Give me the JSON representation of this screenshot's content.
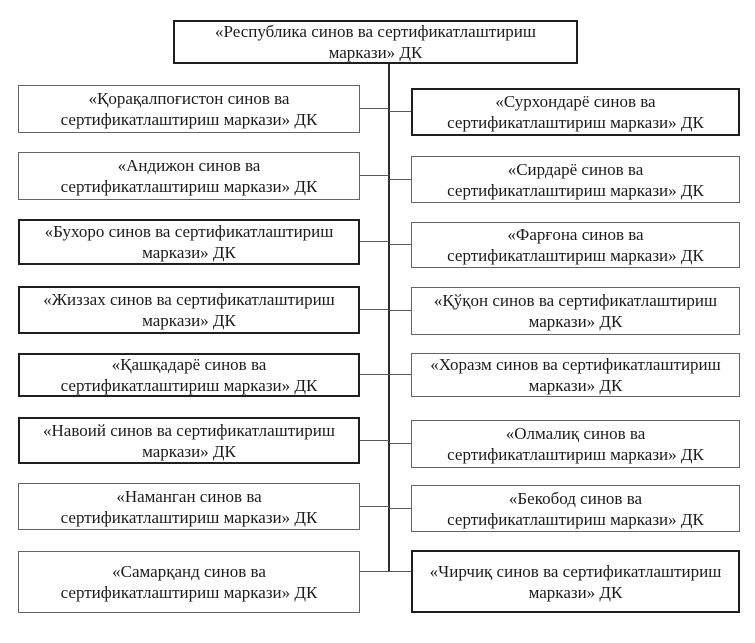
{
  "org_chart": {
    "root": {
      "lines": [
        "«Республика синов ва сертификатлаштириш",
        "маркази» ДК"
      ],
      "border": "thick"
    },
    "left_column": [
      {
        "lines": [
          "«Қорақалпоғистон синов ва",
          "сертификатлаштириш маркази» ДК"
        ],
        "border": "thin"
      },
      {
        "lines": [
          "«Андижон синов ва",
          "сертификатлаштириш маркази» ДК"
        ],
        "border": "thin"
      },
      {
        "lines": [
          "«Бухоро синов ва сертификатлаштириш",
          "маркази» ДК"
        ],
        "border": "thick"
      },
      {
        "lines": [
          "«Жиззах синов ва сертификатлаштириш",
          "маркази» ДК"
        ],
        "border": "thick"
      },
      {
        "lines": [
          "«Қашқадарё синов ва",
          "сертификатлаштириш маркази» ДК"
        ],
        "border": "thick"
      },
      {
        "lines": [
          "«Навоий синов ва сертификатлаштириш",
          "маркази» ДК"
        ],
        "border": "thick"
      },
      {
        "lines": [
          "«Наманган синов ва",
          "сертификатлаштириш маркази» ДК"
        ],
        "border": "thin"
      },
      {
        "lines": [
          "«Самарқанд синов ва",
          "сертификатлаштириш маркази» ДК"
        ],
        "border": "thin"
      }
    ],
    "right_column": [
      {
        "lines": [
          "«Сурхондарё синов ва",
          "сертификатлаштириш маркази» ДК"
        ],
        "border": "thick"
      },
      {
        "lines": [
          "«Сирдарё синов ва",
          "сертификатлаштириш маркази» ДК"
        ],
        "border": "thin"
      },
      {
        "lines": [
          "«Фарғона синов ва",
          "сертификатлаштириш маркази» ДК"
        ],
        "border": "thin"
      },
      {
        "lines": [
          "«Қўқон синов ва сертификатлаштириш",
          "маркази» ДК"
        ],
        "border": "thin"
      },
      {
        "lines": [
          "«Хоразм синов ва сертификатлаштириш",
          "маркази» ДК"
        ],
        "border": "thin"
      },
      {
        "lines": [
          "«Олмалиқ синов ва",
          "сертификатлаштириш маркази» ДК"
        ],
        "border": "thin"
      },
      {
        "lines": [
          "«Бекобод синов ва",
          "сертификатлаштириш маркази» ДК"
        ],
        "border": "thin"
      },
      {
        "lines": [
          "«Чирчиқ синов ва сертификатлаштириш",
          "маркази» ДК"
        ],
        "border": "thick"
      }
    ]
  },
  "colors": {
    "background": "#ffffff",
    "border_thin": "#646464",
    "border_thick": "#1f1f1f",
    "connector_line": "#5a5a5a",
    "trunk_line": "#2e2e2e",
    "text": "#1b1b1b"
  }
}
